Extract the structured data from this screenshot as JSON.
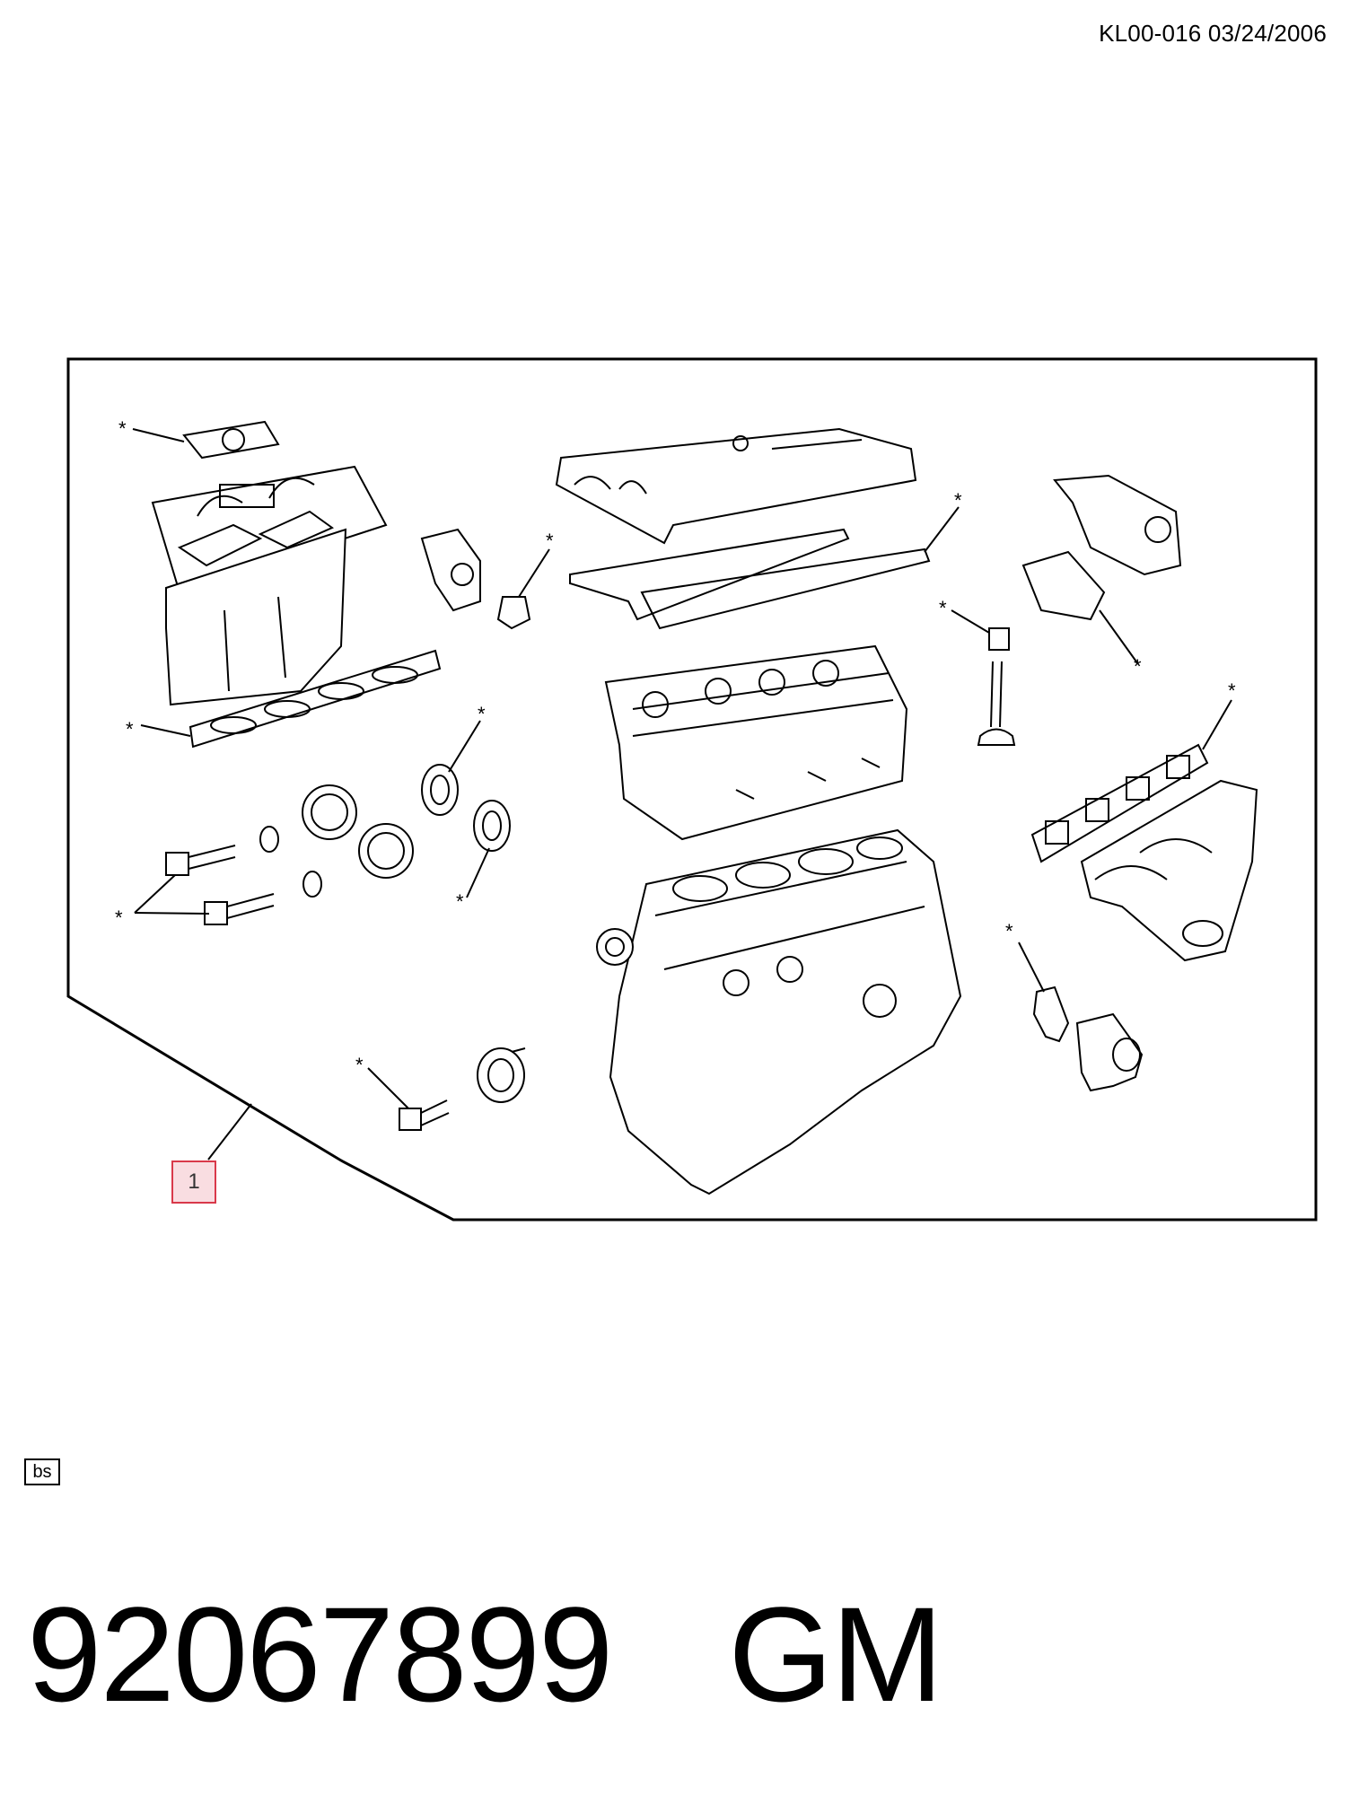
{
  "header": {
    "code": "KL00-016  03/24/2006"
  },
  "diagram": {
    "callout_number": "1",
    "marker": "*",
    "icons": [
      "intake-manifold-icon",
      "valve-cover-icon",
      "cylinder-head-icon",
      "engine-block-icon",
      "exhaust-manifold-icon",
      "timing-gear-icon",
      "bolt-icon",
      "gasket-icon",
      "thermostat-housing-icon",
      "tensioner-pulley-icon",
      "valve-icon",
      "seal-ring-icon"
    ]
  },
  "tag": {
    "label": "bs"
  },
  "part": {
    "number": "92067899",
    "brand": "GM"
  }
}
